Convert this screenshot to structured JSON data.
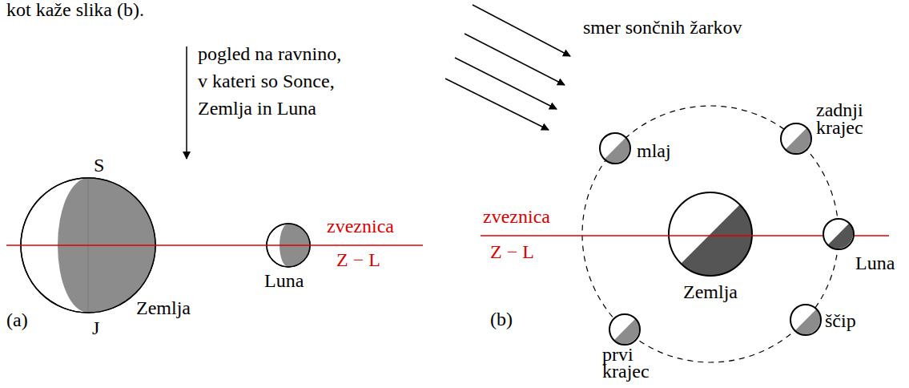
{
  "diagram": {
    "labels": [
      "kot kaže slika (b).",
      "pogled na ravnino, v kateri so Sonce, Zemlja in Luna",
      "S",
      "zveznica",
      "Z − L",
      "Zemlja",
      "Luna",
      "(a)",
      "J",
      "smer sončnih žarkov",
      "zadnji krajec",
      "mlaj",
      "zveznica",
      "Z − L",
      "Luna",
      "Zemlja",
      "(b)",
      "ščip",
      "prvi krajec"
    ]
  }
}
